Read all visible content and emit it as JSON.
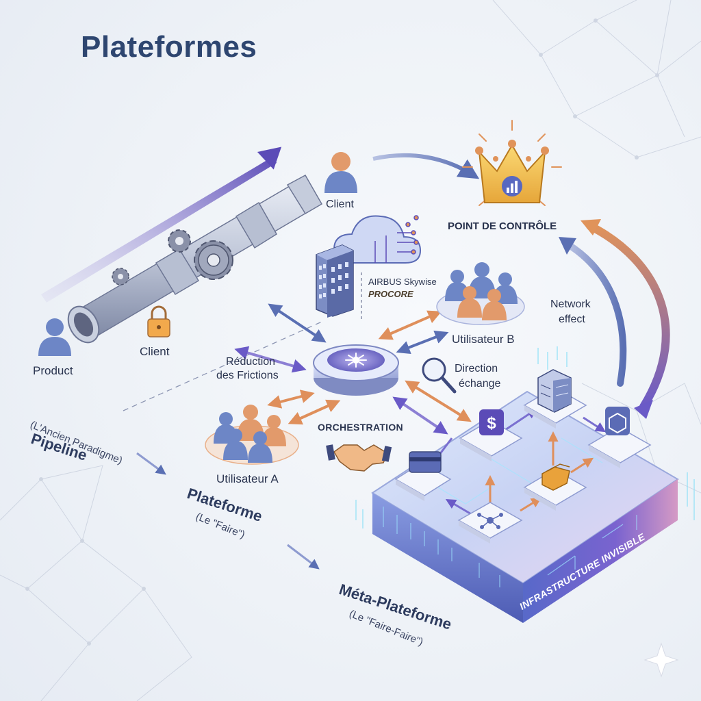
{
  "title": "Plateformes",
  "left": {
    "product": "Product",
    "client_lock": "Client"
  },
  "paradigms": [
    {
      "name": "Pipeline",
      "sub": "(L'Ancien Paradigme)"
    },
    {
      "name": "Plateforme",
      "sub": "(Le \"Faire\")"
    },
    {
      "name": "Méta-Plateforme",
      "sub": "(Le \"Faire-Faire\")"
    }
  ],
  "center": {
    "client_top": "Client",
    "partners_1": "AIRBUS Skywise",
    "partners_2": "PROCORE",
    "friction_1": "Réduction",
    "friction_2": "des Frictions",
    "direction_1": "Direction",
    "direction_2": "échange",
    "orchestration": "ORCHESTRATION",
    "user_a": "Utilisateur A",
    "user_b": "Utilisateur B"
  },
  "right": {
    "control_point": "POINT DE CONTRÔLE",
    "network_1": "Network",
    "network_2": "effect",
    "infrastructure": "INFRASTRUCTURE INVISIBLE"
  },
  "colors": {
    "title": "#2e4670",
    "accent_purple": "#5b4bb7",
    "accent_orange": "#e0935a",
    "pipe": "#b4bdd2",
    "person_blue": "#6d86c6",
    "person_orange": "#e29a6b",
    "crown": "#f2c04e"
  },
  "icons": [
    "gear-icon",
    "lock-icon",
    "cloud-icon",
    "building-icon",
    "hub-icon",
    "magnifier-icon",
    "handshake-icon",
    "dollar-icon",
    "server-icon",
    "card-icon",
    "crown-icon",
    "person-icon"
  ]
}
